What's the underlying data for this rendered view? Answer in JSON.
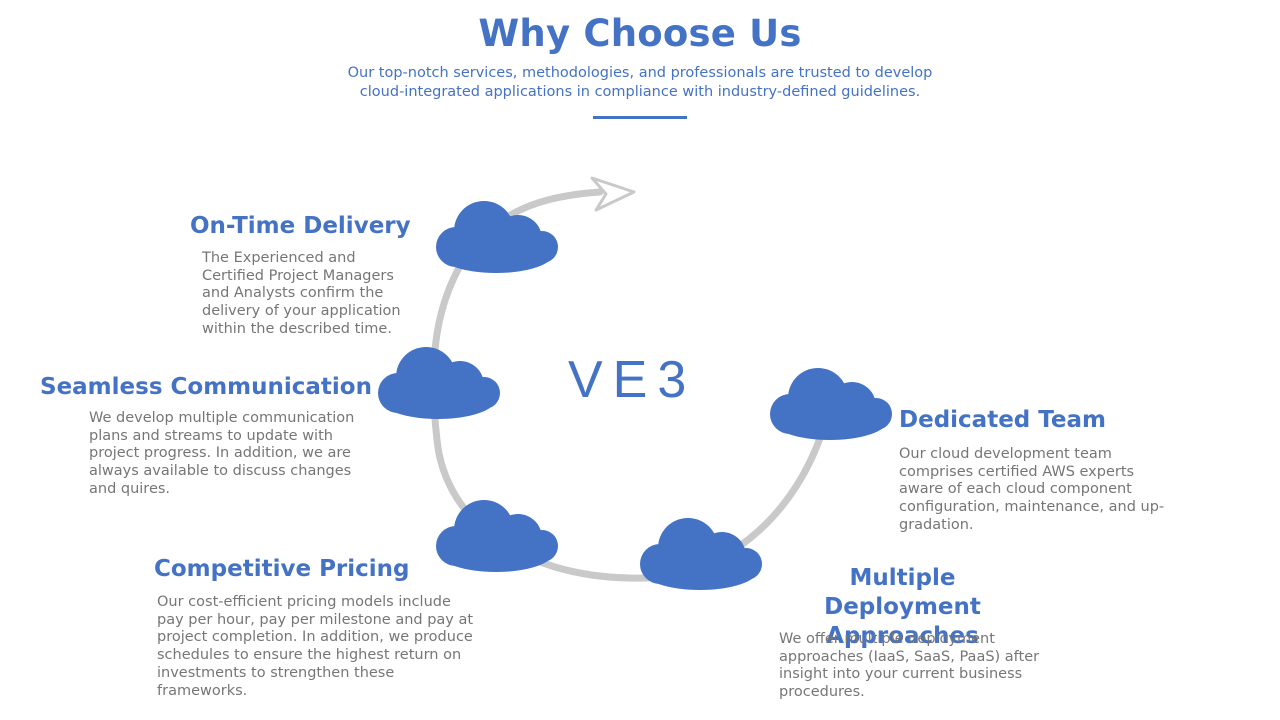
{
  "header": {
    "title": "Why Choose Us",
    "subtitle": "Our top-notch services, methodologies, and professionals are trusted to develop cloud-integrated applications in compliance with industry-defined guidelines."
  },
  "logo_text": "VE3",
  "colors": {
    "accent": "#4472c4",
    "body_text": "#767676",
    "ring": "#c9c9c9"
  },
  "features": [
    {
      "id": "on-time-delivery",
      "title": "On-Time Delivery",
      "text": "The Experienced and Certified Project Managers and Analysts confirm the delivery of your application within the described time.",
      "icon": "cloud-icon"
    },
    {
      "id": "seamless-communication",
      "title": "Seamless Communication",
      "text": "We develop multiple communication plans and streams to update with project progress. In addition, we are always available to discuss changes and quires.",
      "icon": "cloud-icon"
    },
    {
      "id": "competitive-pricing",
      "title": "Competitive Pricing",
      "text": "Our cost-efficient pricing models include pay per hour, pay per milestone and pay at project completion. In addition, we produce schedules to ensure the highest return on investments to strengthen these frameworks.",
      "icon": "cloud-icon"
    },
    {
      "id": "multiple-deployment-approaches",
      "title": "Multiple Deployment Approaches",
      "text": "We offer multiple deployment approaches (IaaS, SaaS, PaaS) after insight into your current business procedures.",
      "icon": "cloud-icon"
    },
    {
      "id": "dedicated-team",
      "title": "Dedicated Team",
      "text": "Our cloud development team comprises certified AWS experts aware of each cloud component configuration, maintenance, and up-gradation.",
      "icon": "cloud-icon"
    }
  ]
}
